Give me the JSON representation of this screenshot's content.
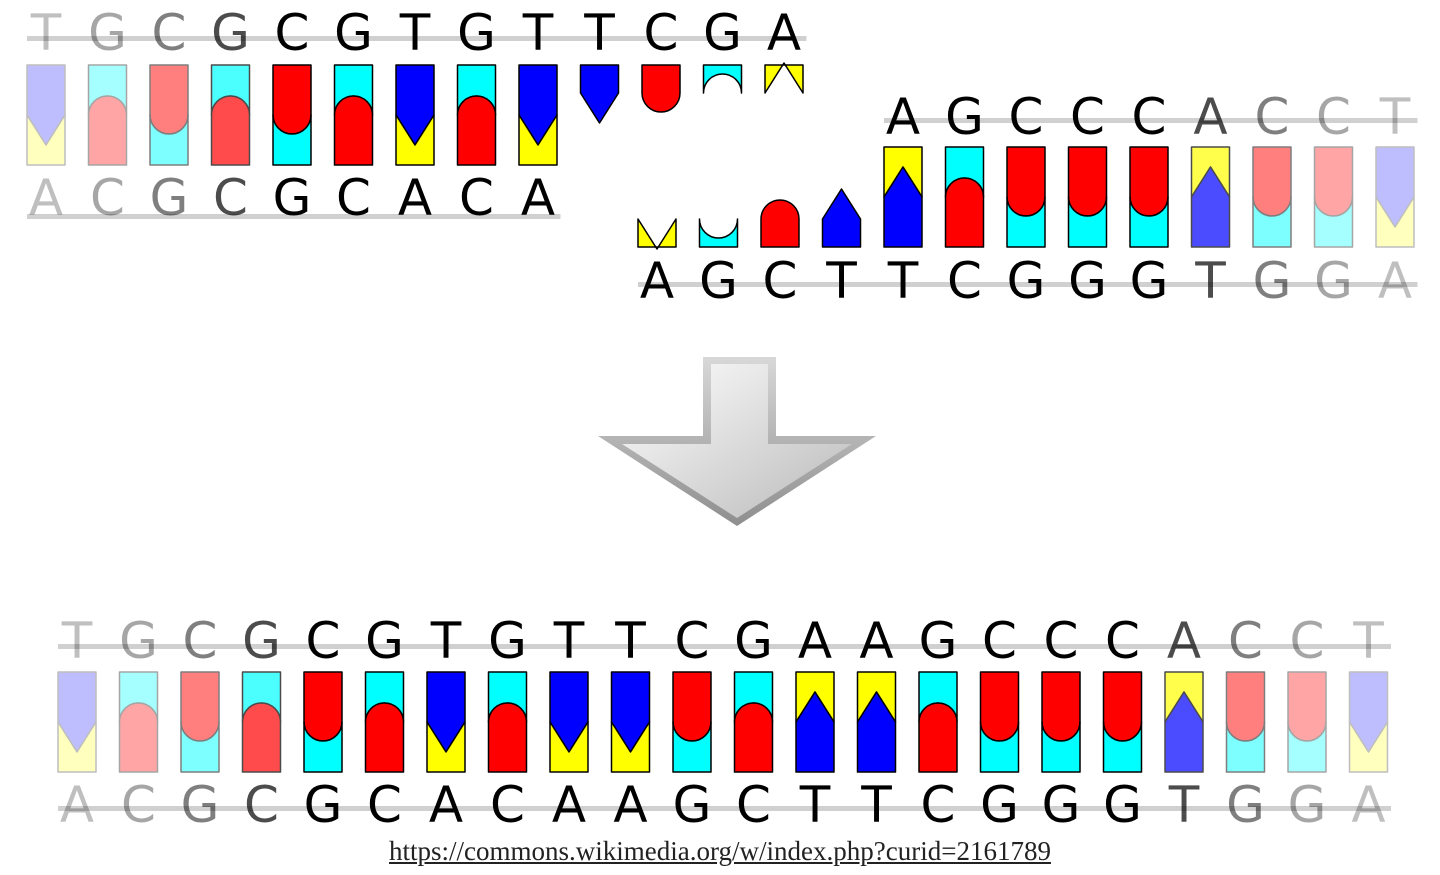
{
  "colors": {
    "A": "#ffff00",
    "T": "#0000ff",
    "G": "#00ffff",
    "C": "#ff0000",
    "outline": "#000000",
    "arrow_dark": "#a8a8a8",
    "arrow_light": "#ffffff"
  },
  "fragment_left": {
    "top_sequence": "TGCGCGTGTTCGA",
    "bottom_sequence": "ACGCGCACA",
    "fade": [
      0.25,
      0.35,
      0.5,
      0.7,
      1,
      1,
      1,
      1,
      1,
      1,
      1,
      1,
      1
    ]
  },
  "fragment_right": {
    "top_sequence": "AGCCCACCT",
    "bottom_sequence": "AGCTTCGGGTGGA",
    "fade": [
      1,
      1,
      1,
      1,
      1,
      1,
      1,
      1,
      1,
      0.7,
      0.5,
      0.35,
      0.25
    ]
  },
  "ligated": {
    "top_sequence": "TGCGCGTGTTCGAAGCCCACCT",
    "bottom_sequence": "ACGCGCACAAGCTTCGGGTGGA",
    "fade": [
      0.25,
      0.35,
      0.5,
      0.7,
      1,
      1,
      1,
      1,
      1,
      1,
      1,
      1,
      1,
      1,
      1,
      1,
      1,
      1,
      0.7,
      0.5,
      0.35,
      0.25
    ]
  },
  "arrow": {
    "icon": "down-arrow-icon",
    "direction": "down"
  },
  "source": {
    "url": "https://commons.wikimedia.org/w/index.php?curid=2161789"
  }
}
